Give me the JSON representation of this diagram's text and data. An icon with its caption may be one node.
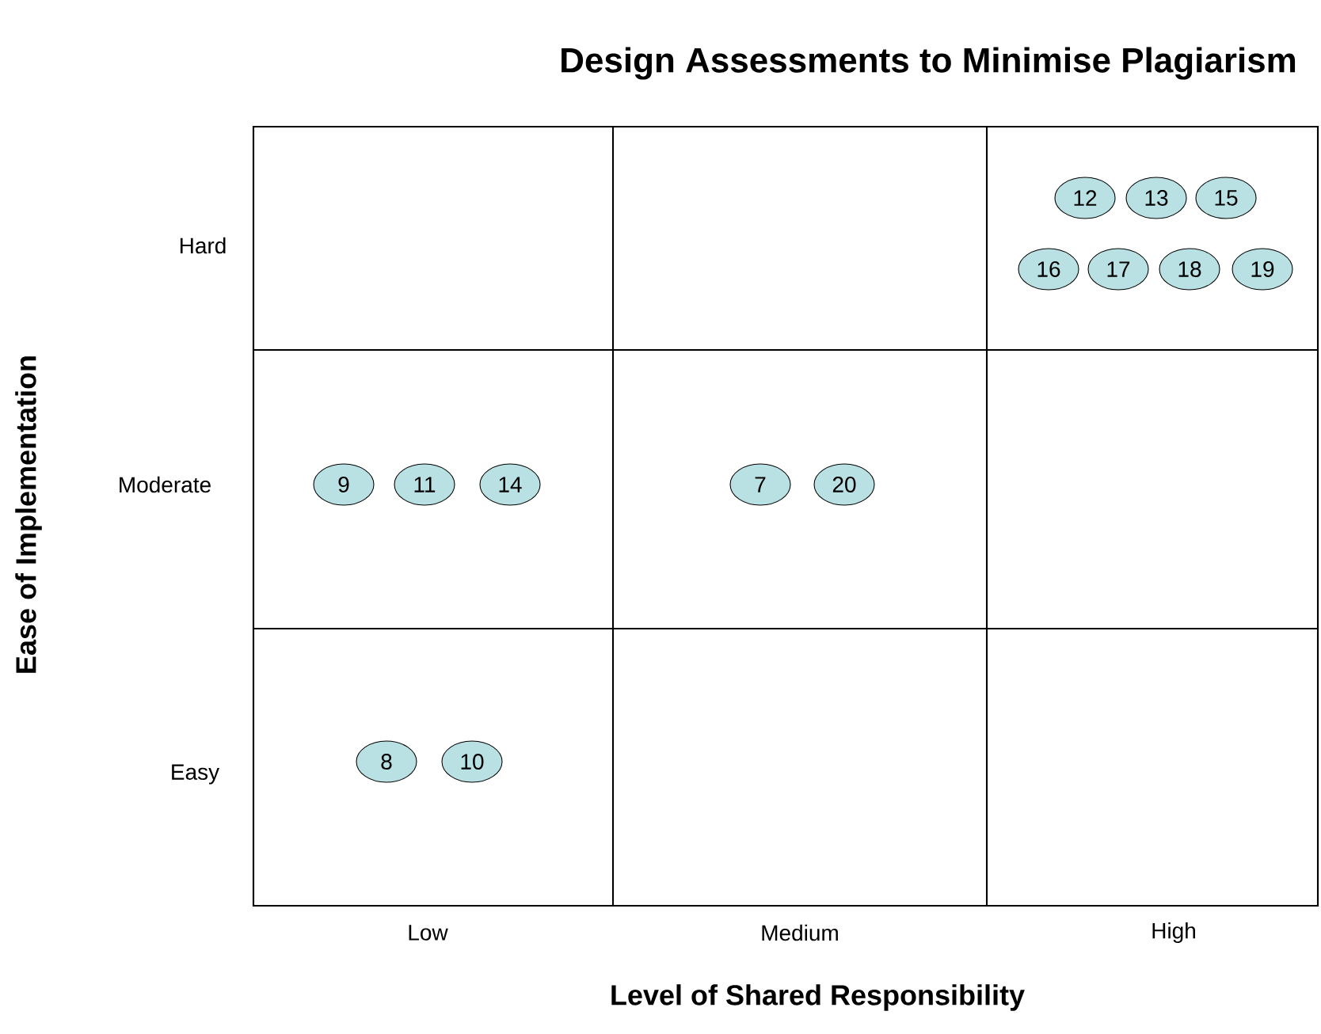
{
  "diagram": {
    "title": "Design Assessments to Minimise Plagiarism",
    "nodes": [
      {
        "text": [
          "12"
        ]
      },
      {
        "text": [
          "13"
        ]
      },
      {
        "text": [
          "15"
        ]
      },
      {
        "text": [
          "16"
        ]
      },
      {
        "text": [
          "17"
        ]
      },
      {
        "text": [
          "18"
        ]
      },
      {
        "text": [
          "19"
        ]
      },
      {
        "text": [
          "9"
        ]
      },
      {
        "text": [
          "11"
        ]
      },
      {
        "text": [
          "14"
        ]
      },
      {
        "text": [
          "7"
        ]
      },
      {
        "text": [
          "20"
        ]
      },
      {
        "text": [
          "8"
        ]
      },
      {
        "text": [
          "10"
        ]
      }
    ],
    "labels": [
      "Hard",
      "Moderate",
      "Easy",
      "Low",
      "Medium",
      "High",
      "Ease of Implementation",
      "Level of Shared Responsibility"
    ]
  }
}
